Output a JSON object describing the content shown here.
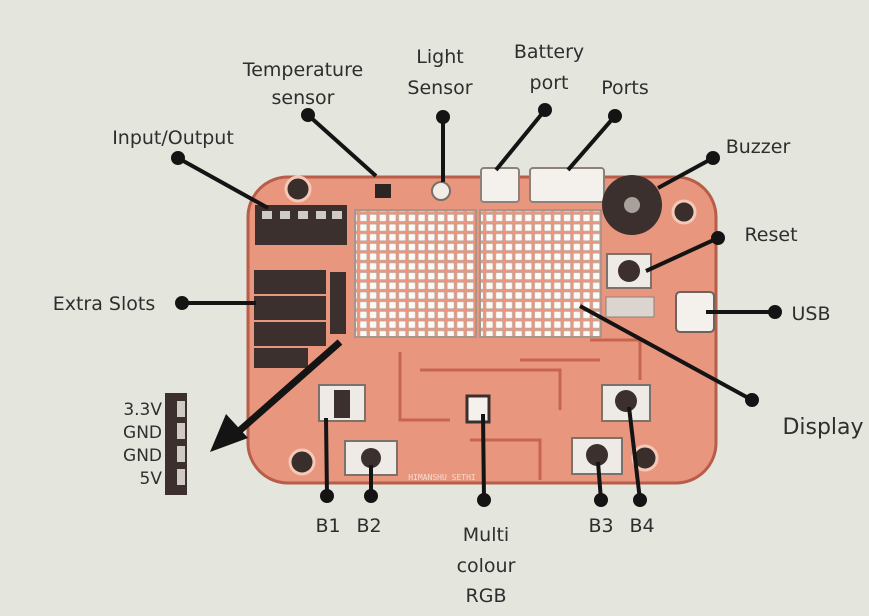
{
  "labels": {
    "temperature_sensor": [
      "Temperature",
      "sensor"
    ],
    "light_sensor": [
      "Light",
      "Sensor"
    ],
    "battery_port": [
      "Battery",
      "port"
    ],
    "ports": "Ports",
    "buzzer": "Buzzer",
    "input_output": "Input/Output",
    "reset": "Reset",
    "usb": "USB",
    "extra_slots": "Extra Slots",
    "display": "Display",
    "b1": "B1",
    "b2": "B2",
    "b3": "B3",
    "b4": "B4",
    "multi_colour_rgb": [
      "Multi",
      "colour",
      "RGB"
    ]
  },
  "pin_labels": [
    "3.3V",
    "GND",
    "GND",
    "5V"
  ],
  "board_silkscreen": "HIMANSHU SETHI",
  "colors": {
    "background": "#e4e6dd",
    "board": "#e9967f",
    "board_dark": "#c8654e",
    "led_matrix": "#f3f1ec",
    "leader_line": "#141414"
  }
}
